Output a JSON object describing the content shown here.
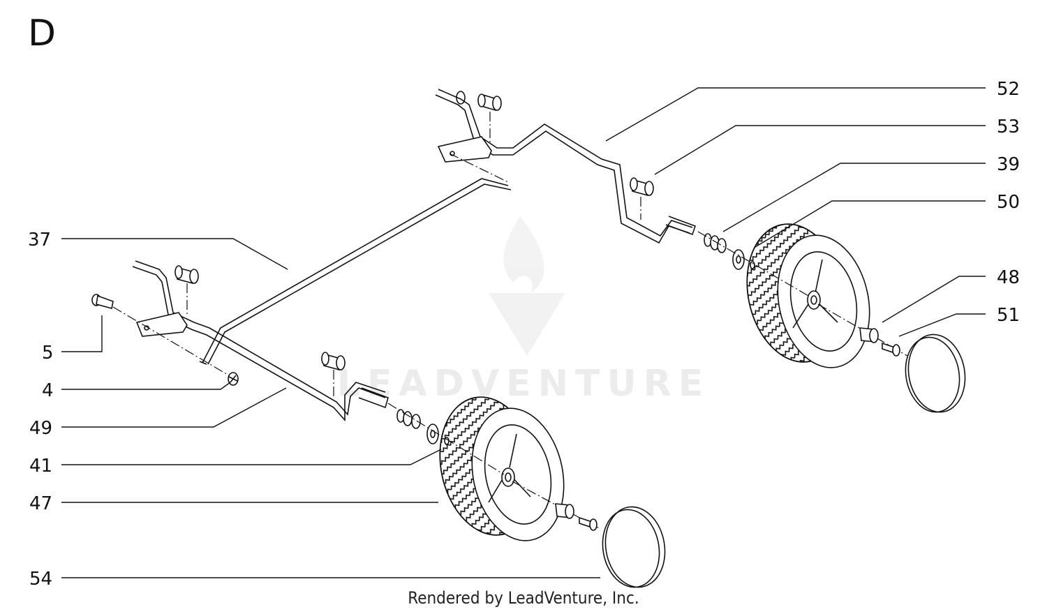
{
  "section_letter": "D",
  "footer_text": "Rendered by LeadVenture, Inc.",
  "watermark_text": "LEADVENTURE",
  "callouts": [
    {
      "id": "52",
      "label": "52"
    },
    {
      "id": "53",
      "label": "53"
    },
    {
      "id": "39",
      "label": "39"
    },
    {
      "id": "50",
      "label": "50"
    },
    {
      "id": "48",
      "label": "48"
    },
    {
      "id": "51",
      "label": "51"
    },
    {
      "id": "37",
      "label": "37"
    },
    {
      "id": "5",
      "label": "5"
    },
    {
      "id": "4",
      "label": "4"
    },
    {
      "id": "49",
      "label": "49"
    },
    {
      "id": "41",
      "label": "41"
    },
    {
      "id": "47",
      "label": "47"
    },
    {
      "id": "54",
      "label": "54"
    }
  ]
}
